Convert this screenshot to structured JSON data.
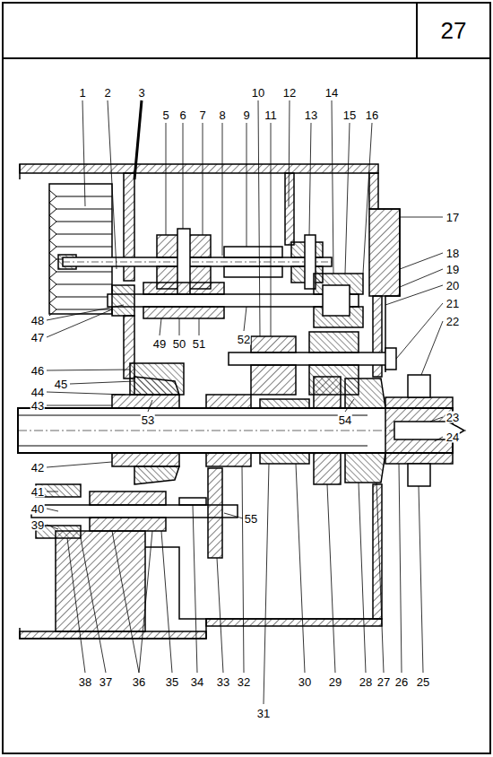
{
  "diagram": {
    "nodes": [
      {
        "text": [
          "27"
        ]
      }
    ],
    "labels": [
      "1",
      "2",
      "3",
      "5",
      "6",
      "7",
      "8",
      "9",
      "10",
      "11",
      "12",
      "13",
      "14",
      "15",
      "16",
      "17",
      "18",
      "19",
      "20",
      "21",
      "22",
      "23",
      "24",
      "25",
      "26",
      "27",
      "28",
      "29",
      "30",
      "31",
      "32",
      "33",
      "34",
      "35",
      "36",
      "37",
      "38",
      "39",
      "40",
      "41",
      "42",
      "43",
      "44",
      "45",
      "46",
      "47",
      "48",
      "49",
      "50",
      "51",
      "52",
      "53",
      "54",
      "55"
    ]
  }
}
